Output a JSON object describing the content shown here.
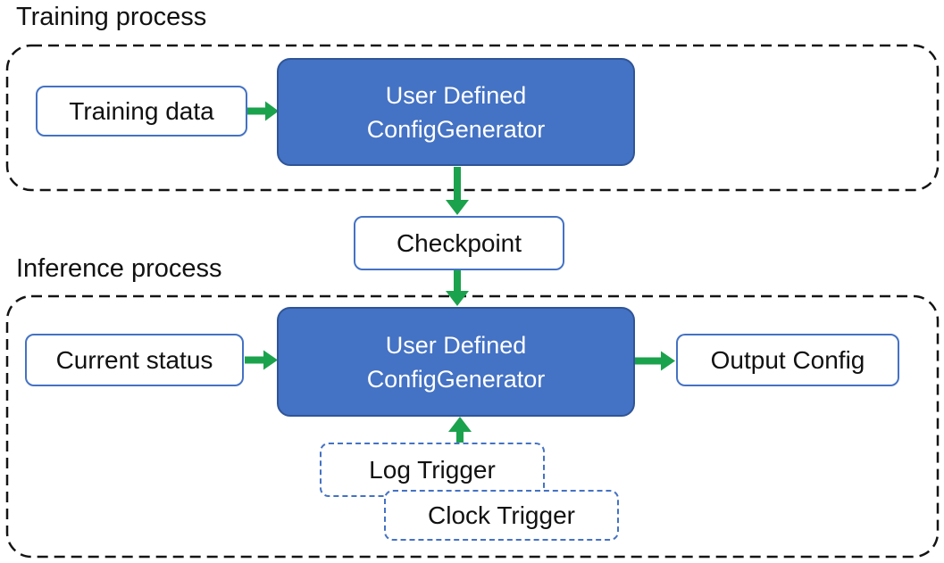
{
  "colors": {
    "background": "#FFFFFF",
    "accent-blue": "#4472C4",
    "accent-blue-dark": "#2F5597",
    "arrow-green": "#1BA24C",
    "text-black": "#111111"
  },
  "training": {
    "title": "Training process",
    "training_data": "Training data",
    "generator_line1": "User Defined",
    "generator_line2": "ConfigGenerator"
  },
  "checkpoint": {
    "label": "Checkpoint"
  },
  "inference": {
    "title": "Inference process",
    "current_status": "Current status",
    "generator_line1": "User Defined",
    "generator_line2": "ConfigGenerator",
    "output_config": "Output Config",
    "log_trigger": "Log Trigger",
    "clock_trigger": "Clock Trigger"
  },
  "connections": [
    {
      "from": "Training data",
      "to": "User Defined ConfigGenerator (training)"
    },
    {
      "from": "User Defined ConfigGenerator (training)",
      "to": "Checkpoint"
    },
    {
      "from": "Checkpoint",
      "to": "User Defined ConfigGenerator (inference)"
    },
    {
      "from": "Current status",
      "to": "User Defined ConfigGenerator (inference)"
    },
    {
      "from": "User Defined ConfigGenerator (inference)",
      "to": "Output Config"
    },
    {
      "from": "Log Trigger / Clock Trigger",
      "to": "User Defined ConfigGenerator (inference)"
    }
  ]
}
